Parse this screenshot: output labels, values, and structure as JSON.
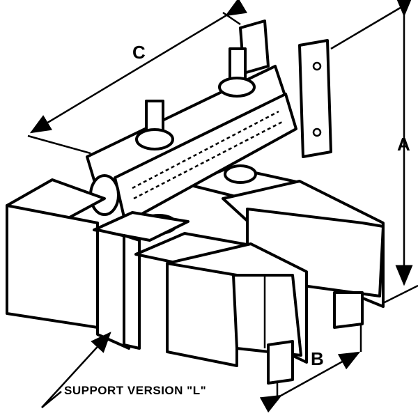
{
  "dimensions": {
    "a": "A",
    "b": "B",
    "c": "C"
  },
  "caption": "SUPPORT VERSION \"L\"",
  "colors": {
    "line": "#000000",
    "background": "#ffffff"
  }
}
